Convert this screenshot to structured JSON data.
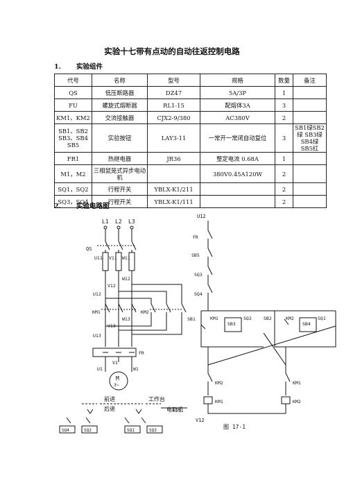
{
  "title": "实验十七带有点动的自动往返控制电路",
  "sections": [
    {
      "num": "1.",
      "label": "实验组件"
    },
    {
      "num": "2.",
      "label": "实验电路图"
    }
  ],
  "table": {
    "headers": [
      "代号",
      "名称",
      "型号",
      "规格",
      "数量",
      "备注"
    ],
    "rows": [
      [
        "QS",
        "低压断路器",
        "DZ47",
        "5A/3P",
        "1",
        ""
      ],
      [
        "FU",
        "螺旋式熔断器",
        "RL1-15",
        "配熔体3A",
        "3",
        ""
      ],
      [
        "KM1、KM2",
        "交流接触器",
        "CJX2-9/380",
        "AC380V",
        "2",
        ""
      ],
      [
        "SB1、SB2 SB3、SB4 SB5",
        "实验按钮",
        "LAY3-11",
        "一常开一常闭自动复位",
        "3",
        "SB1绿SB2绿 SB3绿SB4绿 SB5红"
      ],
      [
        "FR1",
        "热继电器",
        "JR36",
        "整定电流 0.68A",
        "1",
        ""
      ],
      [
        "M1，M2",
        "三相鼠笼式异步电动机",
        "",
        "380V0.45A120W",
        "2",
        ""
      ],
      [
        "SQ1，SQ2",
        "行程开关",
        "YBLX-K1/211",
        "",
        "2",
        ""
      ],
      [
        "SQ3，SQ4",
        "行程开关",
        "YBLX-K1/111",
        "",
        "2",
        ""
      ]
    ]
  },
  "circuit": {
    "main": {
      "phases": [
        "L1",
        "L2",
        "L3"
      ],
      "qs": "QS",
      "u11": "U11",
      "v11": "V11",
      "w11": "W11",
      "w12": "W12",
      "v12": "V12",
      "u12": "U12",
      "km1": "KM1",
      "km2": "KM2",
      "w13": "W13",
      "v13": "V13",
      "u13": "U13",
      "fr": "FR",
      "u1": "U1",
      "v1": "V1",
      "w1": "W1",
      "motor_m": "M",
      "motor_3": "3~"
    },
    "control": {
      "u12": "U12",
      "fr": "FR",
      "sb5": "SB5",
      "sq3": "SQ3",
      "sq4": "SQ4",
      "sb1": "SB1",
      "km1": "KM1",
      "sb3": "SB3",
      "sq2": "SQ2",
      "sb2": "SB2",
      "km2": "KM2",
      "sb4": "SB4",
      "sq1": "SQ1",
      "km2_nc": "KM2",
      "km1_nc": "KM1",
      "coil1": "KM1",
      "coil2": "KM2",
      "v12": "V12",
      "fig": "图 17-1"
    },
    "diagram": {
      "forward": "前进",
      "backward": "后退",
      "worktable": "工作台",
      "motor": "电动机",
      "boxes": [
        "SQ4",
        "SQ2",
        "SQ1",
        "SQ3"
      ]
    }
  }
}
